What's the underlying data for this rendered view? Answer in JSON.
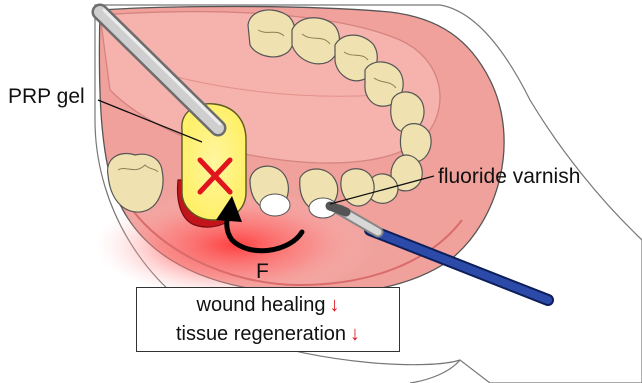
{
  "labels": {
    "prp_gel": "PRP gel",
    "fluoride_varnish": "fluoride varnish",
    "force": "F"
  },
  "effects": [
    {
      "text": "wound healing",
      "trend": "↓"
    },
    {
      "text": "tissue regeneration",
      "trend": "↓"
    }
  ],
  "colors": {
    "gingiva": "#f1a6a0",
    "gingiva_dark": "#e26a6a",
    "tongue": "#f5b3ad",
    "tooth": "#efe2b0",
    "prp_gel": "#fff06a",
    "clot": "#c3141c",
    "cross": "#e0141e",
    "varnish_brush": "#1f3a8f",
    "instrument": "#b8b8b8"
  },
  "icons": {
    "cross": "x-mark-icon",
    "force_arrow": "curved-arrow-icon",
    "trend": "down-arrow-icon"
  }
}
